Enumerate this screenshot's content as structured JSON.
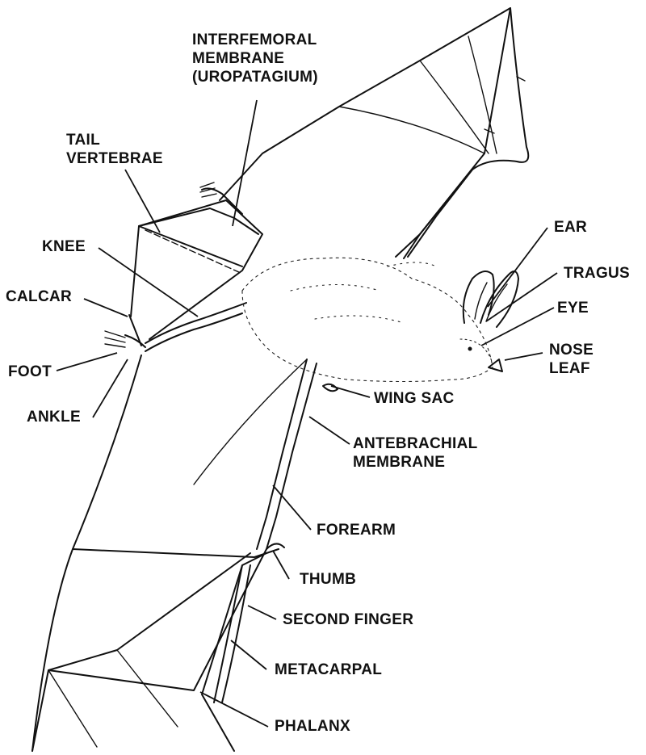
{
  "labels": {
    "interfemoral": [
      "INTERFEMORAL",
      "MEMBRANE",
      "(UROPATAGIUM)"
    ],
    "tail_vertebrae": [
      "TAIL",
      "VERTEBRAE"
    ],
    "knee": "KNEE",
    "calcar": "CALCAR",
    "foot": "FOOT",
    "ankle": "ANKLE",
    "ear": "EAR",
    "tragus": "TRAGUS",
    "eye": "EYE",
    "nose_leaf": [
      "NOSE",
      "LEAF"
    ],
    "wing_sac": "WING SAC",
    "antebrachial": [
      "ANTEBRACHIAL",
      "MEMBRANE"
    ],
    "forearm": "FOREARM",
    "thumb": "THUMB",
    "second_finger": "SECOND FINGER",
    "metacarpal": "METACARPAL",
    "phalanx": "PHALANX"
  }
}
